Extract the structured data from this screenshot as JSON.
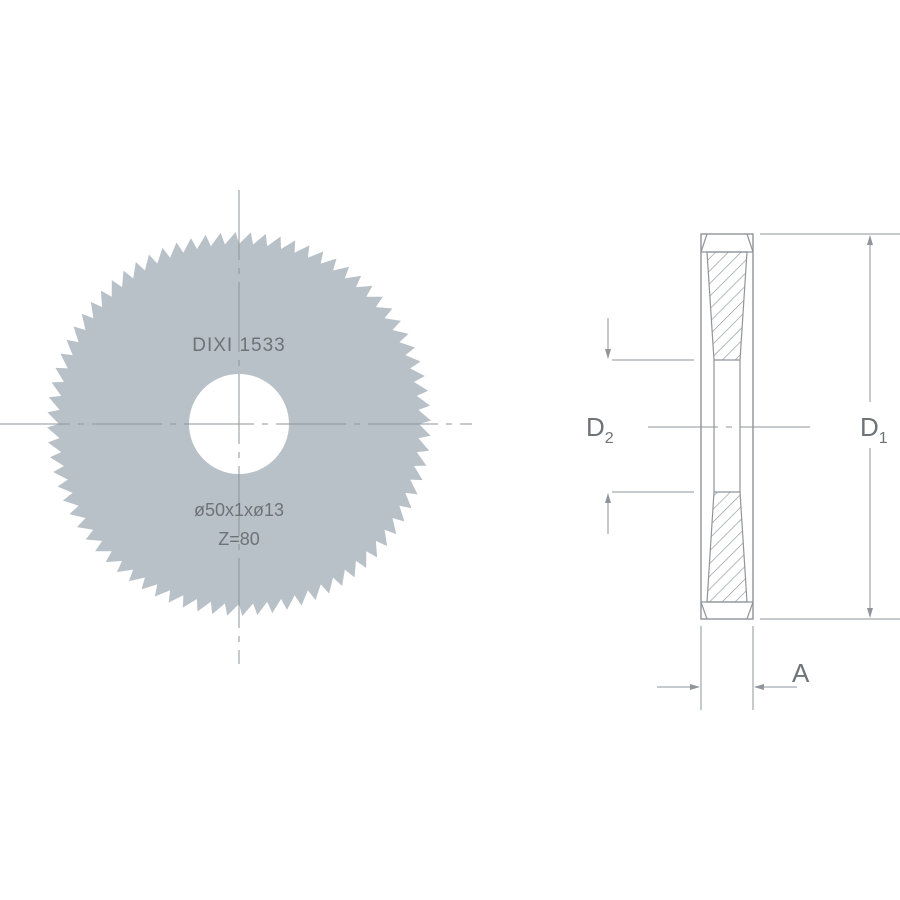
{
  "saw_blade": {
    "model": "DIXI 1533",
    "dimensions": "ø50x1xø13",
    "teeth": "Z=80",
    "tooth_count": 80
  },
  "section_view": {
    "label_outer_diameter": "D",
    "label_outer_diameter_sub": "1",
    "label_bore_diameter": "D",
    "label_bore_diameter_sub": "2",
    "label_thickness": "A"
  },
  "colors": {
    "blade_fill": "#b8c0c8",
    "line": "#8f959a",
    "text": "#6e7378",
    "hatch": "#8f959a"
  }
}
